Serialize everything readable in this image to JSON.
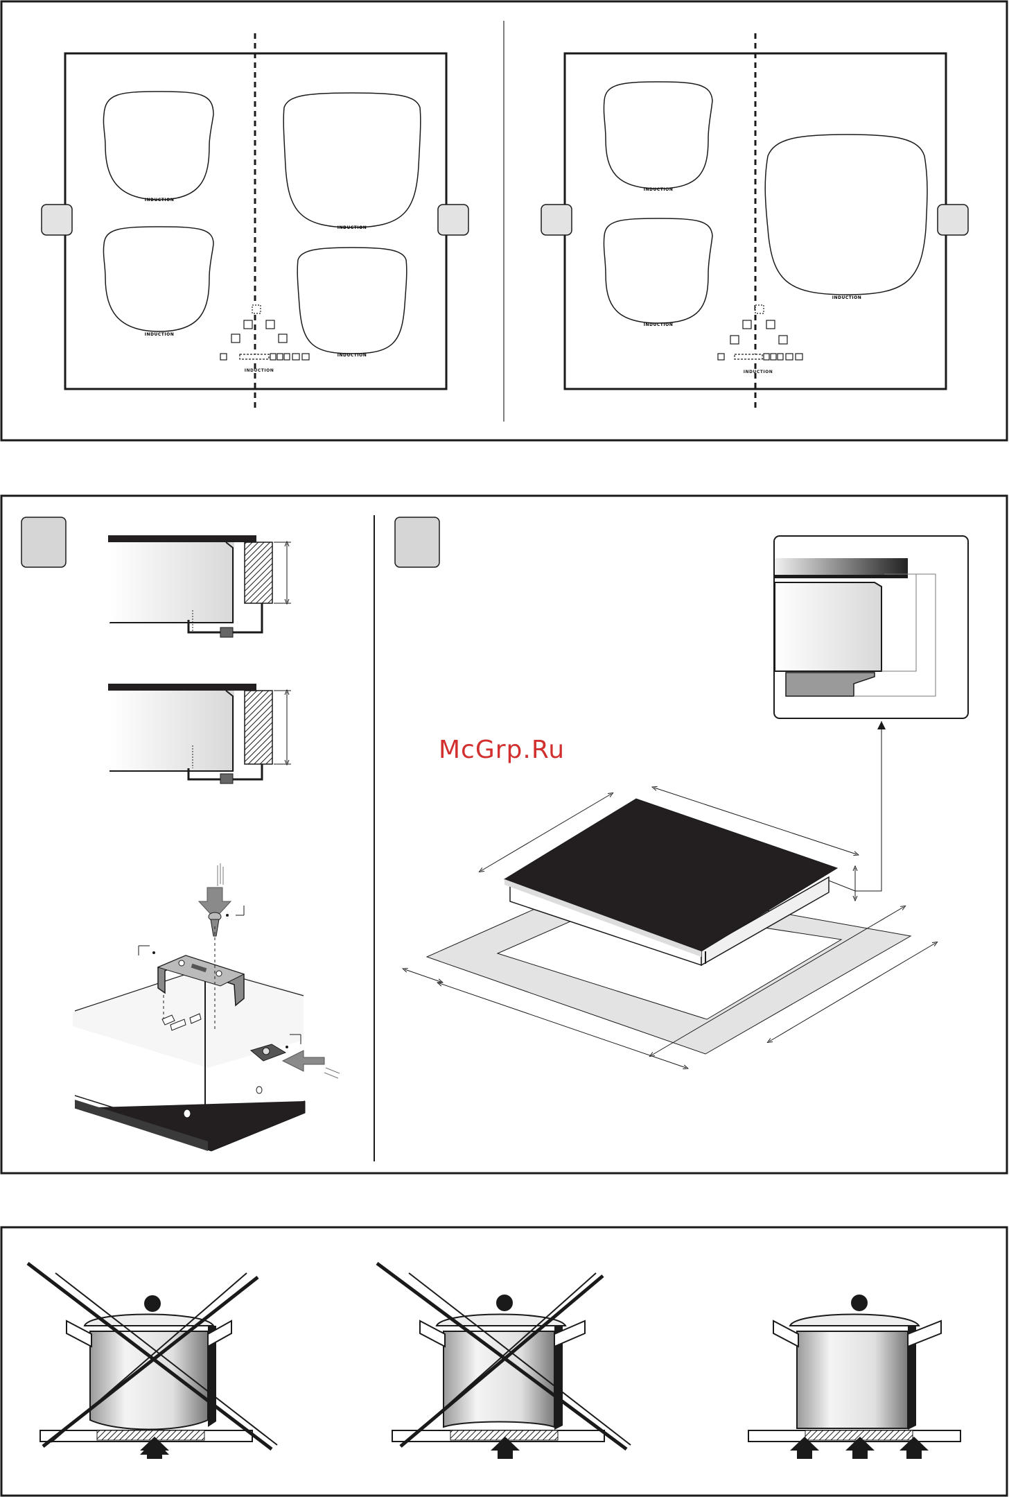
{
  "zone_label": "INDUCTION",
  "panel_label": "INDUCTION",
  "watermark": "McGrp.Ru",
  "colors": {
    "line": "#1a1a1a",
    "hob_top": "#231f20",
    "frame_fill": "#e3e3e3",
    "watermark": "#d22f2f",
    "arrow": "#333333"
  }
}
